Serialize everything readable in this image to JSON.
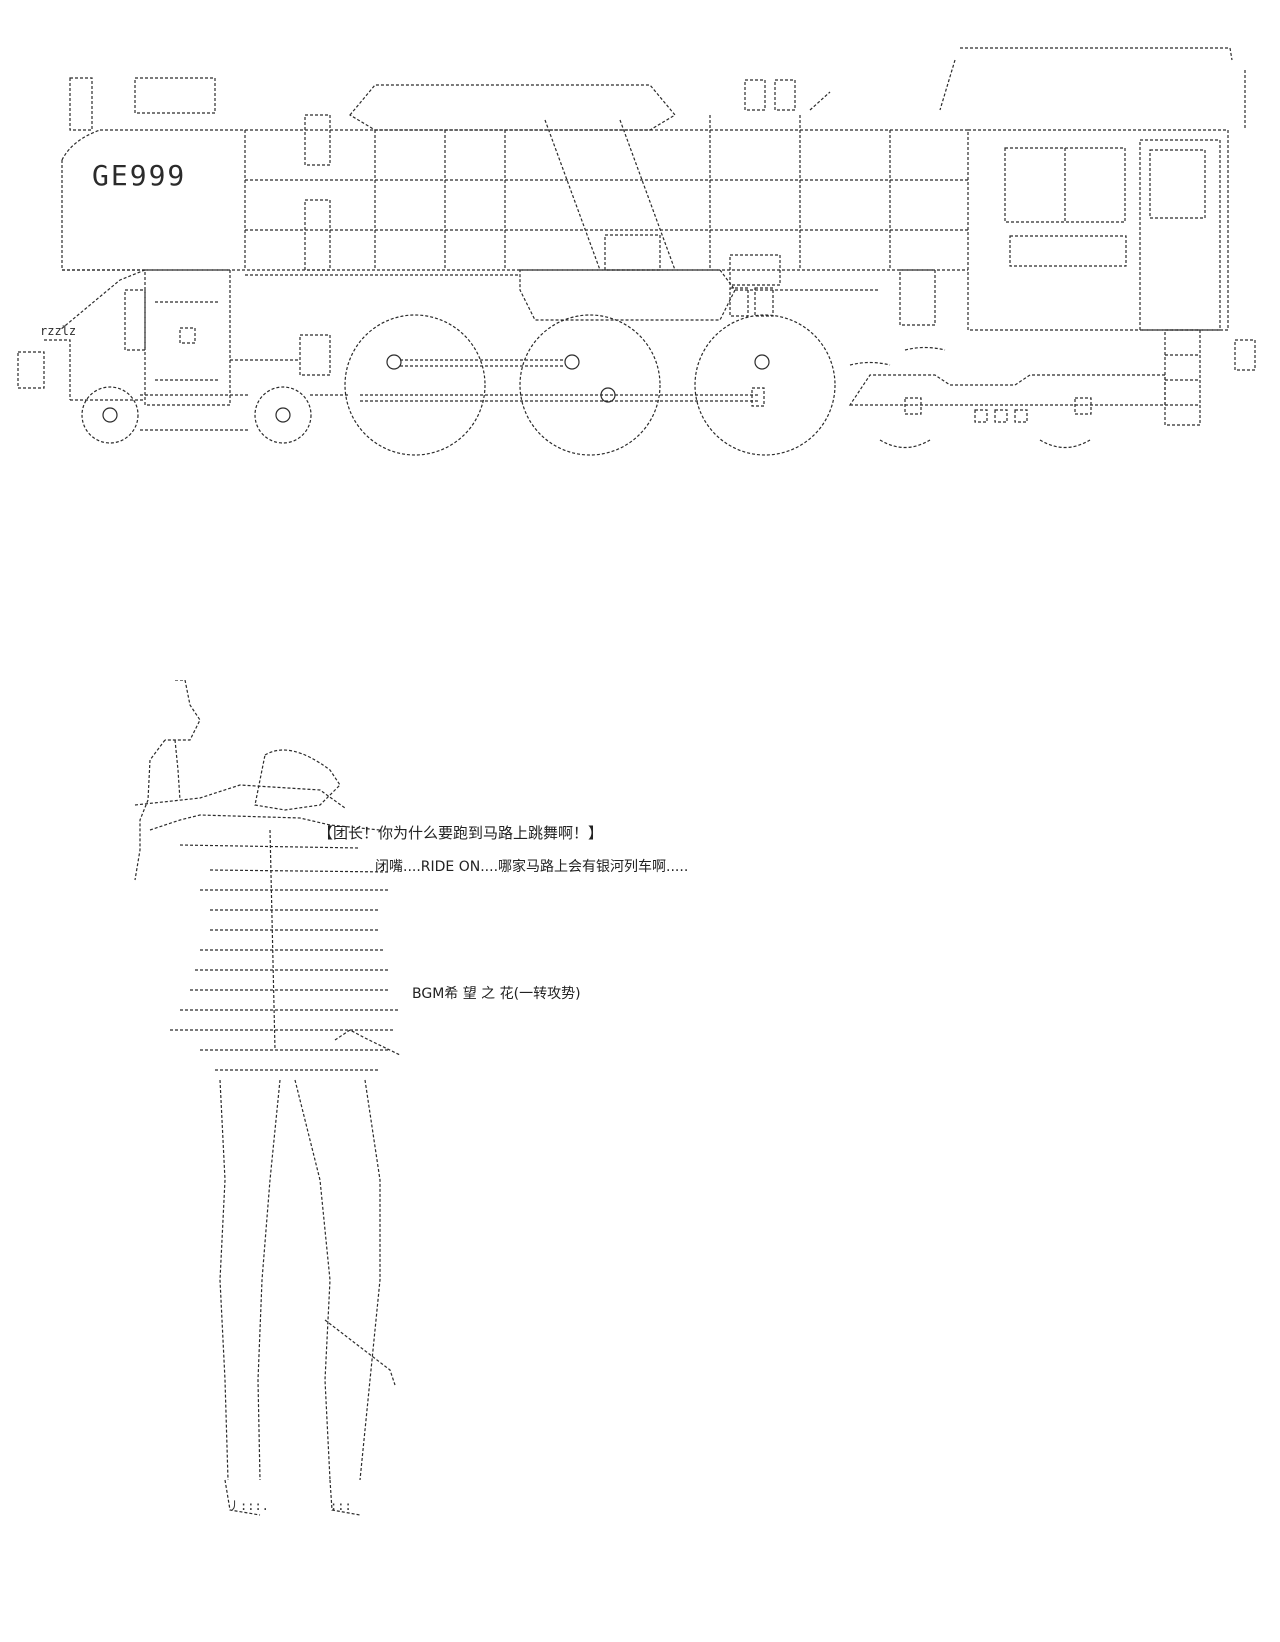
{
  "locomotive": {
    "plate": "GE999"
  },
  "dialogue": {
    "line1": "【团长！你为什么要跑到马路上跳舞啊！】",
    "line2": "闭嘴....RIDE ON....哪家马路上会有银河列车啊.....",
    "line3": "BGM希 望 之 花(一转攻势)"
  }
}
